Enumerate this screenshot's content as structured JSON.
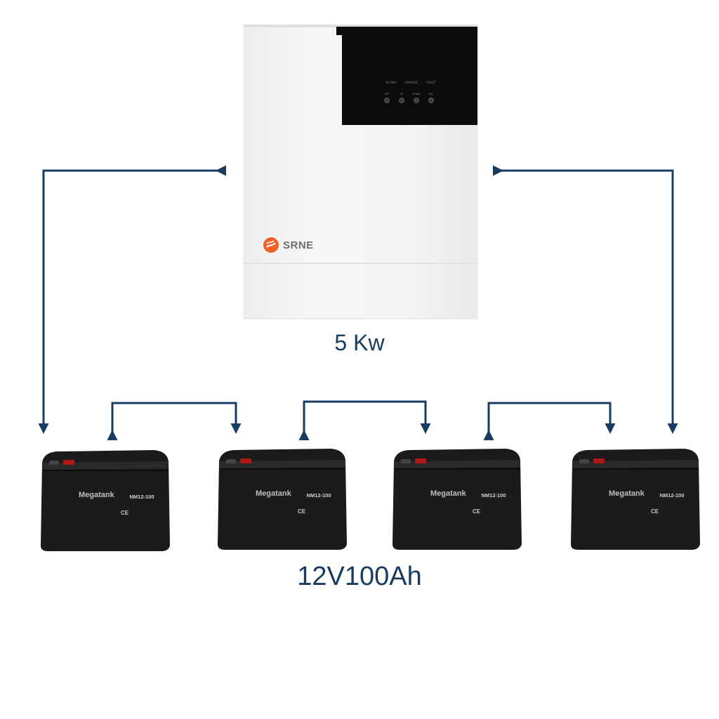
{
  "inverter": {
    "brand": "SRNE",
    "led_labels": [
      "AC/INV",
      "CHARGE",
      "FAULT"
    ],
    "button_labels": [
      "SET",
      "UP",
      "DOWN",
      "ESC"
    ],
    "capacity_label": "5 Kw"
  },
  "batteries": {
    "rating_label": "12V100Ah",
    "units": [
      {
        "brand": "Megatank",
        "model": "NM12-100",
        "mark": "CE"
      },
      {
        "brand": "Megatank",
        "model": "NM12-100",
        "mark": "CE"
      },
      {
        "brand": "Megatank",
        "model": "NM12-100",
        "mark": "CE"
      },
      {
        "brand": "Megatank",
        "model": "NM12-100",
        "mark": "CE"
      }
    ]
  },
  "colors": {
    "wire": "#183b61",
    "caption": "#183b61",
    "battery_body": "#1a1a1a",
    "logo_orange": "#f0622a"
  }
}
